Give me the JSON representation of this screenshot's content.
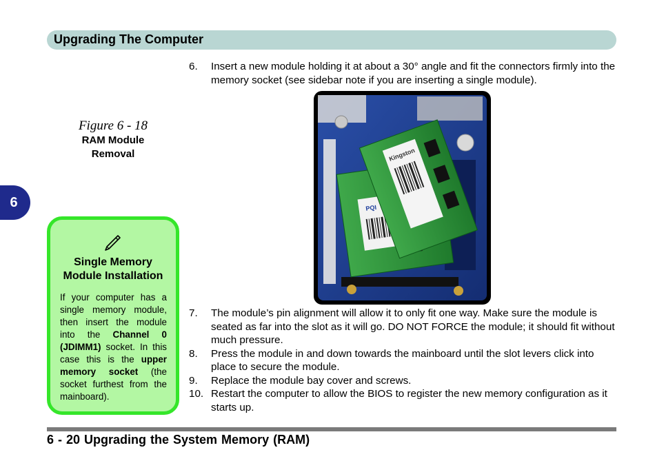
{
  "header": {
    "title": "Upgrading The Computer"
  },
  "chapter_tab": {
    "number": "6"
  },
  "figure": {
    "number": "Figure 6 - 18",
    "title_line1": "RAM Module",
    "title_line2": "Removal"
  },
  "sidebar": {
    "icon": "pencil-note-icon",
    "title_line1": "Single Memory",
    "title_line2": "Module Installation",
    "body_1": "If your computer has a single memory module, then insert the module into the ",
    "body_2": "Channel 0 (JDIMM1)",
    "body_3": " socket. In this case this is the ",
    "body_4": "upper memory socket",
    "body_5": " (the socket furthest from the mainboard)."
  },
  "steps_top": [
    {
      "num": "6.",
      "text": "Insert a new module holding it at about a 30° angle and fit the connectors firmly into the memory socket (see sidebar note if you are inserting a single module)."
    }
  ],
  "steps_bottom": [
    {
      "num": "7.",
      "text": "The module’s pin alignment will allow it to only fit one way. Make sure the module is seated as far into the slot as it will go. DO NOT FORCE the module; it should fit without much pressure."
    },
    {
      "num": "8.",
      "text": "Press the module in and down towards the mainboard until the slot levers click into place to secure the module."
    },
    {
      "num": "9.",
      "text": "Replace the module bay cover and screws."
    },
    {
      "num": "10.",
      "text": "Restart the computer to allow the BIOS to register the new memory configuration as it starts up."
    }
  ],
  "photo": {
    "label_brand": "PQI",
    "label_brand_2": "Kingston",
    "colors": {
      "pcb": "#2e8f3a",
      "board": "#1c3c8a",
      "sticker": "#f2f2f2"
    }
  },
  "footer": {
    "title": "6 - 20  Upgrading the System Memory (RAM)"
  },
  "colors": {
    "header_bar": "#b9d6d3",
    "tab": "#1f2a8c",
    "sidebar_bg": "#b3f7a3",
    "sidebar_border": "#35e62a",
    "footer_rule": "#7a7a7a"
  }
}
